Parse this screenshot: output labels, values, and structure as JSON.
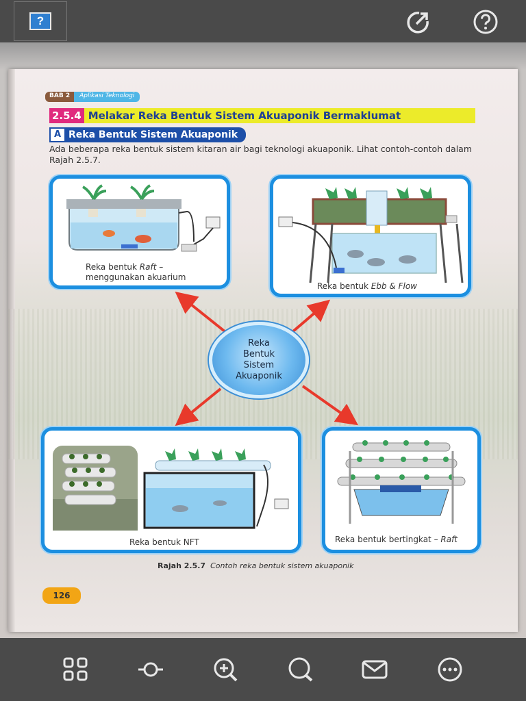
{
  "toolbar": {
    "help_left_label": "?",
    "icons": [
      "help-icon",
      "share-icon",
      "help-icon"
    ]
  },
  "page": {
    "chapter": "BAB 2",
    "chapter_title": "Aplikasi Teknologi",
    "section_number": "2.5.4",
    "section_title": "Melakar Reka Bentuk Sistem Akuaponik Bermaklumat",
    "subsection_letter": "A",
    "subsection_title": "Reka Bentuk Sistem Akuaponik",
    "intro": "Ada beberapa reka bentuk sistem kitaran air bagi teknologi akuaponik. Lihat contoh-contoh dalam Rajah 2.5.7.",
    "diagram": {
      "center": "Reka\nBentuk\nSistem\nAkuaponik",
      "raft_caption_1": "Reka bentuk ",
      "raft_caption_italic": "Raft",
      "raft_caption_2": " –",
      "raft_caption_3": "menggunakan akuarium",
      "ebb_caption_1": "Reka bentuk ",
      "ebb_caption_italic": "Ebb & Flow",
      "nft_caption": "Reka bentuk NFT",
      "tier_caption_1": "Reka bentuk bertingkat – ",
      "tier_caption_italic": "Raft"
    },
    "figure_label": "Rajah 2.5.7",
    "figure_caption": "Contoh reka bentuk sistem akuaponik",
    "page_number": "126"
  },
  "bottom_toolbar": {
    "icons": [
      "grid-icon",
      "slider-icon",
      "zoom-in-icon",
      "search-icon",
      "mail-icon",
      "more-icon"
    ]
  },
  "colors": {
    "toolbar": "#4a4a4a",
    "box_border": "#1c8fe0",
    "section_bar": "#eceb2a",
    "section_num": "#e02a7e",
    "sub_bar": "#1d4fa8",
    "arrow": "#e8392b",
    "page_badge": "#f2a515"
  }
}
